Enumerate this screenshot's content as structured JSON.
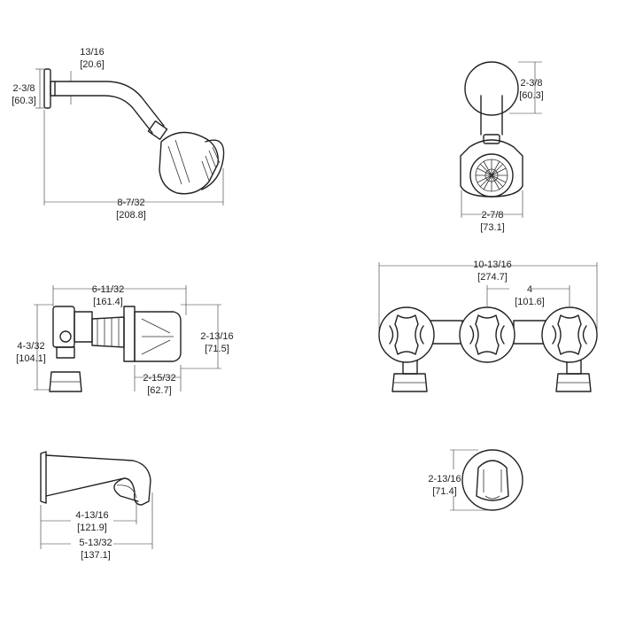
{
  "dimensions": {
    "arm_side_height": {
      "imperial": "2-3/8",
      "metric": "[60.3]"
    },
    "arm_pipe_height": {
      "imperial": "13/16",
      "metric": "[20.6]"
    },
    "arm_side_length": {
      "imperial": "8-7/32",
      "metric": "[208.8]"
    },
    "arm_front_height": {
      "imperial": "2-3/8",
      "metric": "[60.3]"
    },
    "head_front_width": {
      "imperial": "2-7/8",
      "metric": "[73.1]"
    },
    "valve_side_length": {
      "imperial": "6-11/32",
      "metric": "[161.4]"
    },
    "valve_side_height": {
      "imperial": "4-3/32",
      "metric": "[104.1]"
    },
    "handle_height": {
      "imperial": "2-13/16",
      "metric": "[71.5]"
    },
    "handle_depth": {
      "imperial": "2-15/32",
      "metric": "[62.7]"
    },
    "valve_overall_width": {
      "imperial": "10-13/16",
      "metric": "[274.7]"
    },
    "valve_center_spacing": {
      "imperial": "4",
      "metric": "[101.6]"
    },
    "spout_reach": {
      "imperial": "4-13/16",
      "metric": "[121.9]"
    },
    "spout_length": {
      "imperial": "5-13/32",
      "metric": "[137.1]"
    },
    "spout_front_height": {
      "imperial": "2-13/16",
      "metric": "[71.4]"
    }
  }
}
